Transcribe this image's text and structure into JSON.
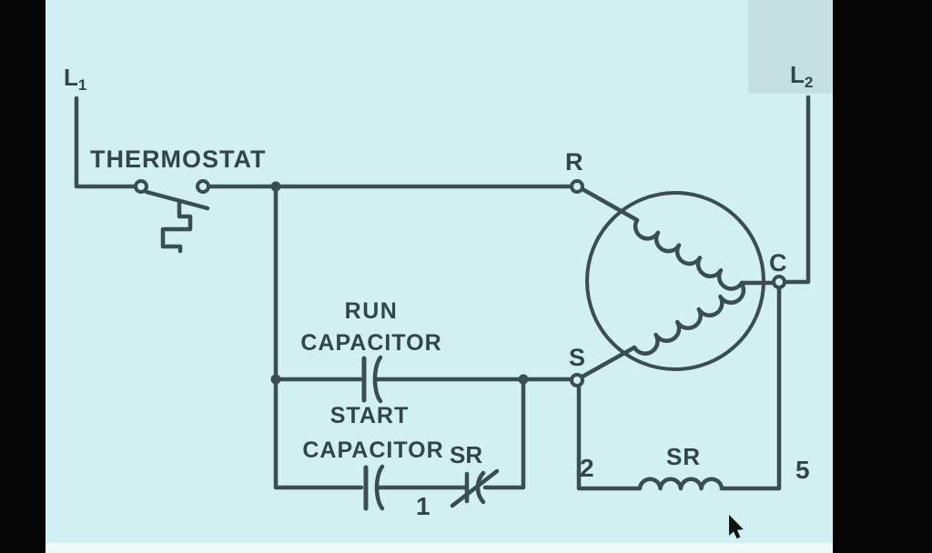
{
  "diagram": {
    "title_note": "",
    "power_rails": {
      "l1_base": "L",
      "l1_sub": "1",
      "l2_base": "L",
      "l2_sub": "2"
    },
    "thermostat": {
      "label": "THERMOSTAT"
    },
    "motor_terminals": {
      "run": "R",
      "common": "C",
      "start": "S"
    },
    "run_capacitor": {
      "label_line1": "RUN",
      "label_line2": "CAPACITOR"
    },
    "start_capacitor": {
      "label_line1": "START",
      "label_line2": "CAPACITOR"
    },
    "start_relay_contact": {
      "label": "SR",
      "terminal": "1"
    },
    "start_relay_coil": {
      "label": "SR",
      "terminal_left": "2",
      "terminal_right": "5"
    }
  },
  "icons": {
    "cursor": "mouse-pointer-arrow"
  },
  "colors": {
    "background": "#d2eff1",
    "line": "#3a4d50",
    "text": "#324649",
    "frame_bars": "#050505",
    "bottom_strip": "#eef9fa"
  }
}
